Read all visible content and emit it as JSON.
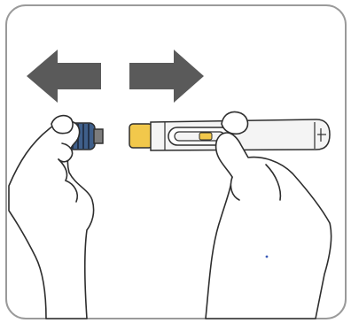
{
  "illustration": {
    "arrows": [
      {
        "direction": "left",
        "icon": "arrow-left-icon"
      },
      {
        "direction": "right",
        "icon": "arrow-right-icon"
      }
    ],
    "objects": [
      {
        "name": "needle-cap",
        "icon": "needle-cap-icon"
      },
      {
        "name": "injection-pen",
        "icon": "injection-pen-icon"
      },
      {
        "name": "left-hand",
        "icon": "hand-icon"
      },
      {
        "name": "right-hand",
        "icon": "hand-icon"
      }
    ],
    "colors": {
      "frame": "#9a9a9a",
      "arrow": "#5a5a5a",
      "outline": "#3a3a3a",
      "cap_body": "#3f5f8a",
      "cap_ribs": "#2a3a55",
      "cap_tip": "#7c7c7c",
      "pen_tip": "#f2c84b",
      "pen_body": "#f4f4f4",
      "window": "#f2c84b"
    }
  }
}
